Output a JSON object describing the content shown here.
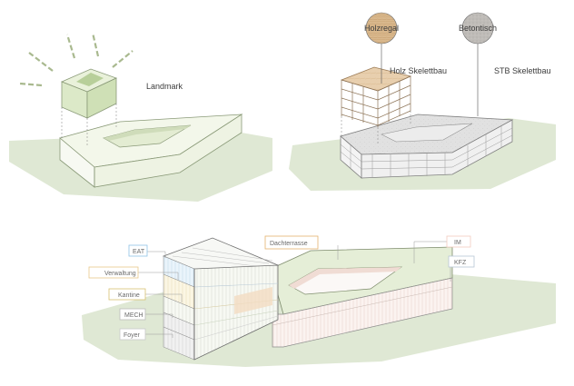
{
  "labels": {
    "landmark": "Landmark",
    "holz_skelettbau": "Holz Skelettbau",
    "stb_skelettbau": "STB Skelettbau",
    "holzregal": "Holzregal",
    "betontisch": "Betontisch"
  },
  "functions": {
    "eat": "EAT",
    "verwaltung": "Verwaltung",
    "kantine": "Kantine",
    "mech": "MECH",
    "foyer": "Foyer",
    "dachterrasse": "Dachterrasse",
    "im": "IM",
    "kfz": "KFZ"
  },
  "colors": {
    "ground": "#dde6d2",
    "massing": "#f1f5e6",
    "landmark_green": "#d6e6c0",
    "wood": "#e6caa6",
    "concrete": "#dcdcdc",
    "eat": "#8fc3e6",
    "verwaltung": "#e9c98b",
    "kantine": "#d8c070",
    "mech": "#bcbcbc",
    "foyer": "#c9c9c9",
    "dachterrasse": "#e4b26e",
    "im": "#f2cbbf",
    "kfz": "#b8c6d6"
  }
}
